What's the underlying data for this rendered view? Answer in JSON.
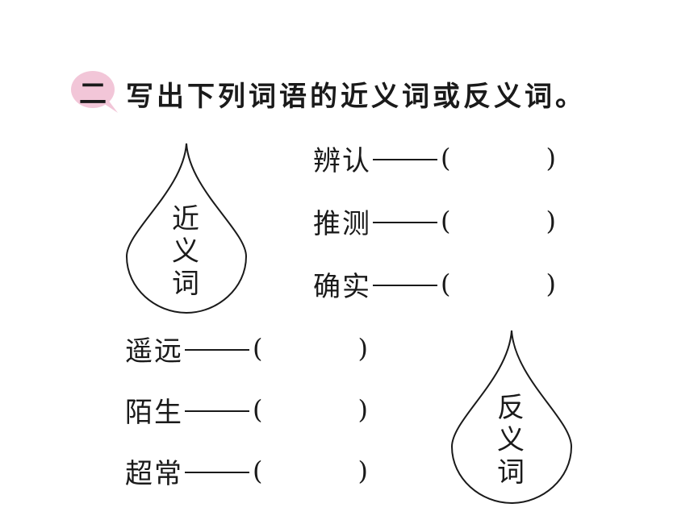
{
  "section": {
    "number": "二",
    "badge_color": "#f2c6d8",
    "instruction": "写出下列词语的近义词或反义词。"
  },
  "synonym_group": {
    "label_chars": [
      "近",
      "义",
      "词"
    ],
    "words": [
      {
        "word": "辨认",
        "open": "(",
        "close": ")"
      },
      {
        "word": "推测",
        "open": "(",
        "close": ")"
      },
      {
        "word": "确实",
        "open": "(",
        "close": ")"
      }
    ]
  },
  "antonym_group": {
    "label_chars": [
      "反",
      "义",
      "词"
    ],
    "words": [
      {
        "word": "遥远",
        "open": "(",
        "close": ")"
      },
      {
        "word": "陌生",
        "open": "(",
        "close": ")"
      },
      {
        "word": "超常",
        "open": "(",
        "close": ")"
      }
    ]
  }
}
